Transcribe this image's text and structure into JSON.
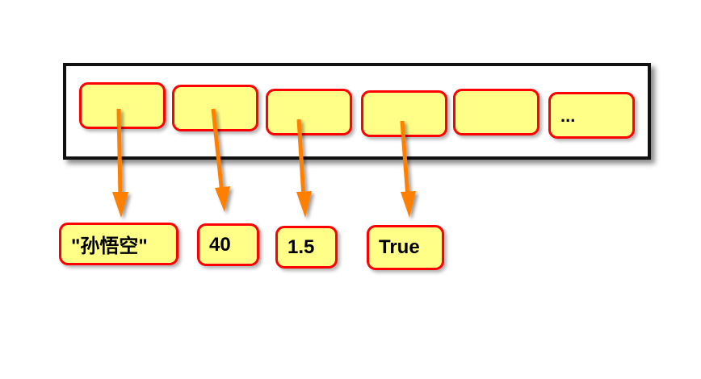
{
  "list_slots": [
    "",
    "",
    "",
    "",
    "",
    "..."
  ],
  "values": [
    "\"孙悟空\"",
    "40",
    "1.5",
    "True"
  ],
  "colors": {
    "box_fill": "#ffff88",
    "box_border": "#ff0000",
    "arrow": "#ff8000",
    "frame": "#111111"
  }
}
